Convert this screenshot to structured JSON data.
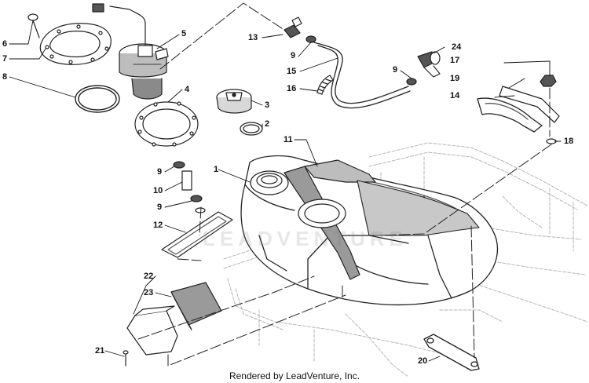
{
  "diagram": {
    "watermark": "LEADVENTURE",
    "footer": "Rendered by LeadVenture, Inc.",
    "callouts": {
      "c1": "1",
      "c2": "2",
      "c3": "3",
      "c4": "4",
      "c5": "5",
      "c6": "6",
      "c7": "7",
      "c8": "8",
      "c9a": "9",
      "c9b": "9",
      "c9c": "9",
      "c9d": "9",
      "c10": "10",
      "c11": "11",
      "c12": "12",
      "c13": "13",
      "c14": "14",
      "c15": "15",
      "c16": "16",
      "c17": "17",
      "c18": "18",
      "c19": "19",
      "c20": "20",
      "c21": "21",
      "c22": "22",
      "c23": "23",
      "c24": "24"
    }
  }
}
